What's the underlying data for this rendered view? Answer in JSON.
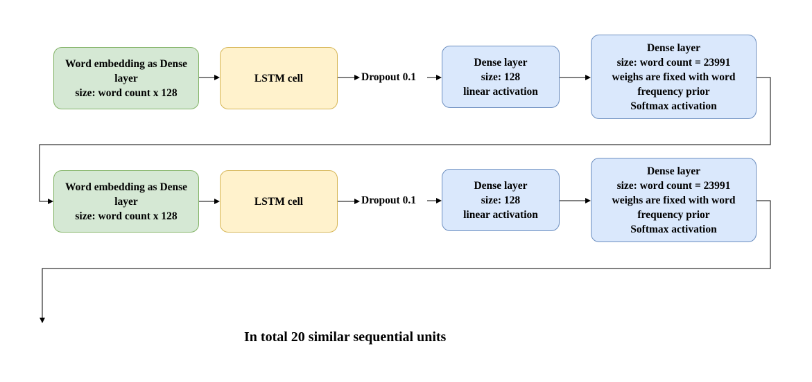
{
  "units": [
    {
      "embedding": [
        "Word embedding as Dense",
        "layer",
        "size: word count x 128"
      ],
      "lstm": [
        "LSTM cell"
      ],
      "dropout": "Dropout 0.1",
      "dense_small": [
        "Dense layer",
        "size: 128",
        "linear activation"
      ],
      "dense_out": [
        "Dense layer",
        "size: word count = 23991",
        "weighs are fixed with word",
        "frequency prior",
        "Softmax activation"
      ]
    },
    {
      "embedding": [
        "Word embedding as Dense",
        "layer",
        "size: word count x 128"
      ],
      "lstm": [
        "LSTM cell"
      ],
      "dropout": "Dropout 0.1",
      "dense_small": [
        "Dense layer",
        "size: 128",
        "linear activation"
      ],
      "dense_out": [
        "Dense layer",
        "size: word count = 23991",
        "weighs are fixed with word",
        "frequency prior",
        "Softmax activation"
      ]
    }
  ],
  "caption": "In total 20 similar sequential units",
  "colors": {
    "embedding_fill": "#d5e8d4",
    "embedding_border": "#82b366",
    "lstm_fill": "#fff2cc",
    "lstm_border": "#d6b656",
    "dense_fill": "#dae8fc",
    "dense_border": "#6c8ebf",
    "edge": "#000000"
  }
}
